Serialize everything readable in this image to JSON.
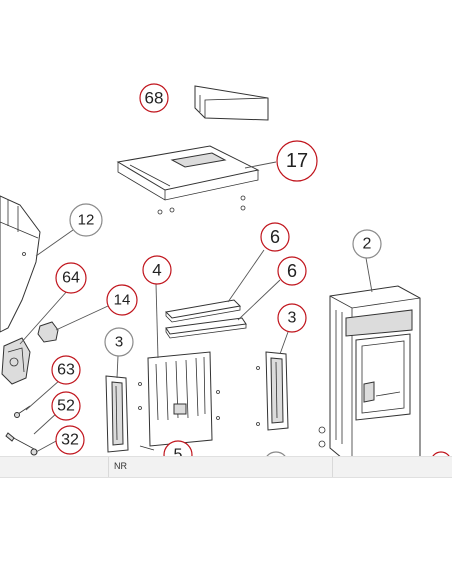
{
  "callouts": [
    {
      "id": "c68",
      "label": "68",
      "accent": "red"
    },
    {
      "id": "c17",
      "label": "17",
      "accent": "red"
    },
    {
      "id": "c12",
      "label": "12",
      "accent": "gray"
    },
    {
      "id": "c6a",
      "label": "6",
      "accent": "red"
    },
    {
      "id": "c2",
      "label": "2",
      "accent": "gray"
    },
    {
      "id": "c64",
      "label": "64",
      "accent": "red"
    },
    {
      "id": "c4",
      "label": "4",
      "accent": "red"
    },
    {
      "id": "c6b",
      "label": "6",
      "accent": "red"
    },
    {
      "id": "c14",
      "label": "14",
      "accent": "red"
    },
    {
      "id": "c3a",
      "label": "3",
      "accent": "gray"
    },
    {
      "id": "c3b",
      "label": "3",
      "accent": "red"
    },
    {
      "id": "c63",
      "label": "63",
      "accent": "red"
    },
    {
      "id": "c52",
      "label": "52",
      "accent": "red"
    },
    {
      "id": "c32",
      "label": "32",
      "accent": "red"
    },
    {
      "id": "c5",
      "label": "5",
      "accent": "red"
    }
  ],
  "colors": {
    "red": "#c0141c",
    "gray": "#8a8a8a",
    "line": "#333333"
  },
  "footer": {
    "label": "NR"
  }
}
